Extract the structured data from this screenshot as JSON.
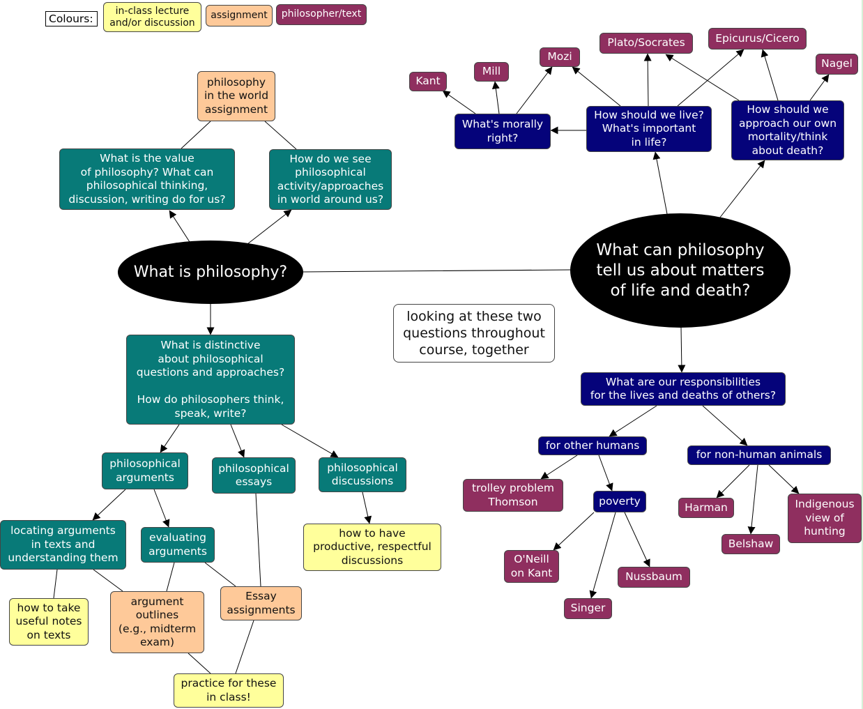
{
  "legend": {
    "title": "Colours:",
    "lecture": "in-class lecture\nand/or discussion",
    "assignment": "assignment",
    "philosopher": "philosopher/text"
  },
  "nodes": {
    "what_is_philosophy": "What is philosophy?",
    "life_death": "What can philosophy\ntell us about matters\nof life and death?",
    "looking_note": "looking at these two\nquestions throughout\ncourse, together",
    "world_assignment": "philosophy\nin the world\nassignment",
    "value_of_philosophy": "What is the value\nof philosophy? What can\nphilosophical thinking,\ndiscussion, writing do for us?",
    "see_in_world": "How do we see\nphilosophical\nactivity/approaches\nin world around us?",
    "distinctive": "What is distinctive\nabout philosophical\nquestions and approaches?\n\nHow do philosophers think,\nspeak, write?",
    "phil_arguments": "philosophical\narguments",
    "phil_essays": "philosophical\nessays",
    "phil_discussions": "philosophical\ndiscussions",
    "locating_arguments": "locating arguments\nin texts and\nunderstanding them",
    "evaluating_arguments": "evaluating\narguments",
    "productive_discussions": "how to have\nproductive, respectful\ndiscussions",
    "useful_notes": "how to take\nuseful notes\non texts",
    "argument_outlines": "argument\noutlines\n(e.g., midterm\nexam)",
    "essay_assignments": "Essay\nassignments",
    "practice": "practice for these\nin class!",
    "morally_right": "What's morally\nright?",
    "how_live": "How should we live?\nWhat's important\nin life?",
    "mortality": "How should we\napproach our own\nmortality/think\nabout death?",
    "kant": "Kant",
    "mill": "Mill",
    "mozi": "Mozi",
    "plato": "Plato/Socrates",
    "epicurus": "Epicurus/Cicero",
    "nagel": "Nagel",
    "responsibilities": "What are our responsibilities\nfor the lives and deaths of others?",
    "other_humans": "for other humans",
    "non_human": "for non-human animals",
    "trolley": "trolley problem\nThomson",
    "poverty": "poverty",
    "oneill": "O'Neill\non Kant",
    "singer": "Singer",
    "nussbaum": "Nussbaum",
    "harman": "Harman",
    "belshaw": "Belshaw",
    "indigenous": "Indigenous\nview of\nhunting"
  },
  "colors": {
    "lecture": "#ffff9b",
    "assignment": "#fec999",
    "philosopher": "#8f2f5f",
    "teal": "#087a78",
    "navy": "#05037a",
    "ellipse": "#000000"
  }
}
